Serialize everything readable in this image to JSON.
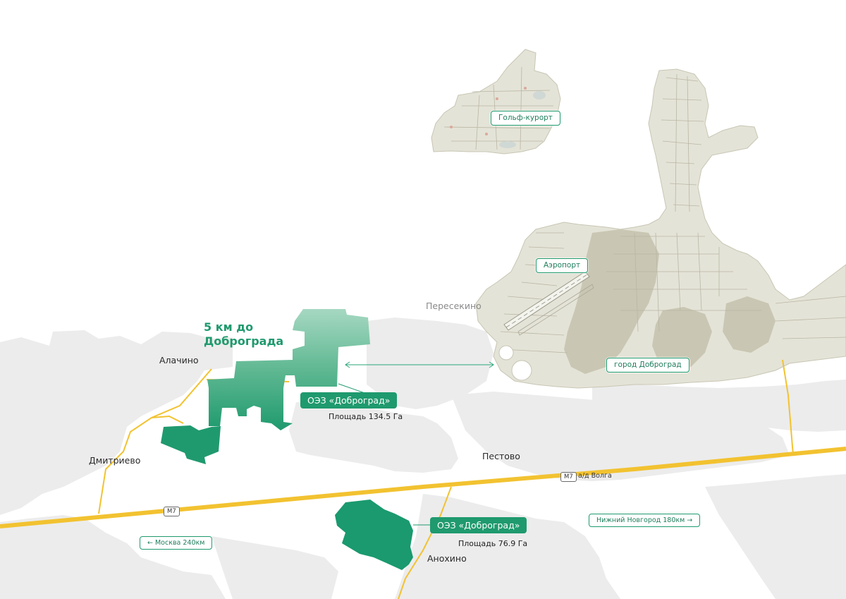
{
  "map": {
    "distance_label_line1": "5 км до",
    "distance_label_line2": "Доброграда",
    "villages": {
      "alachino": "Алачино",
      "dmitrievo": "Дмитриево",
      "peresekino": "Пересекино",
      "pestovo": "Пестово",
      "anokhino": "Анохино"
    },
    "city_tags": {
      "golf": "Гольф-курорт",
      "airport": "Аэропорт",
      "city": "город Доброград"
    },
    "zones": [
      {
        "name": "ОЭЗ «Доброград»",
        "area": "Площадь 134.5 Га"
      },
      {
        "name": "ОЭЗ «Доброград»",
        "area": "Площадь 76.9 Га"
      }
    ],
    "roads": {
      "m7_badge": "М7",
      "volga_label": "а/д Волга",
      "moscow_sign": "← Москва 240км",
      "nn_sign": "Нижний Новгород 180км →"
    },
    "colors": {
      "zone_green": "#1f9a6e",
      "zone_light": "#8ed0b4",
      "highway": "#f2c230",
      "urban_grey": "#e9e9e9",
      "city_beige": "#e4e3d7"
    }
  }
}
